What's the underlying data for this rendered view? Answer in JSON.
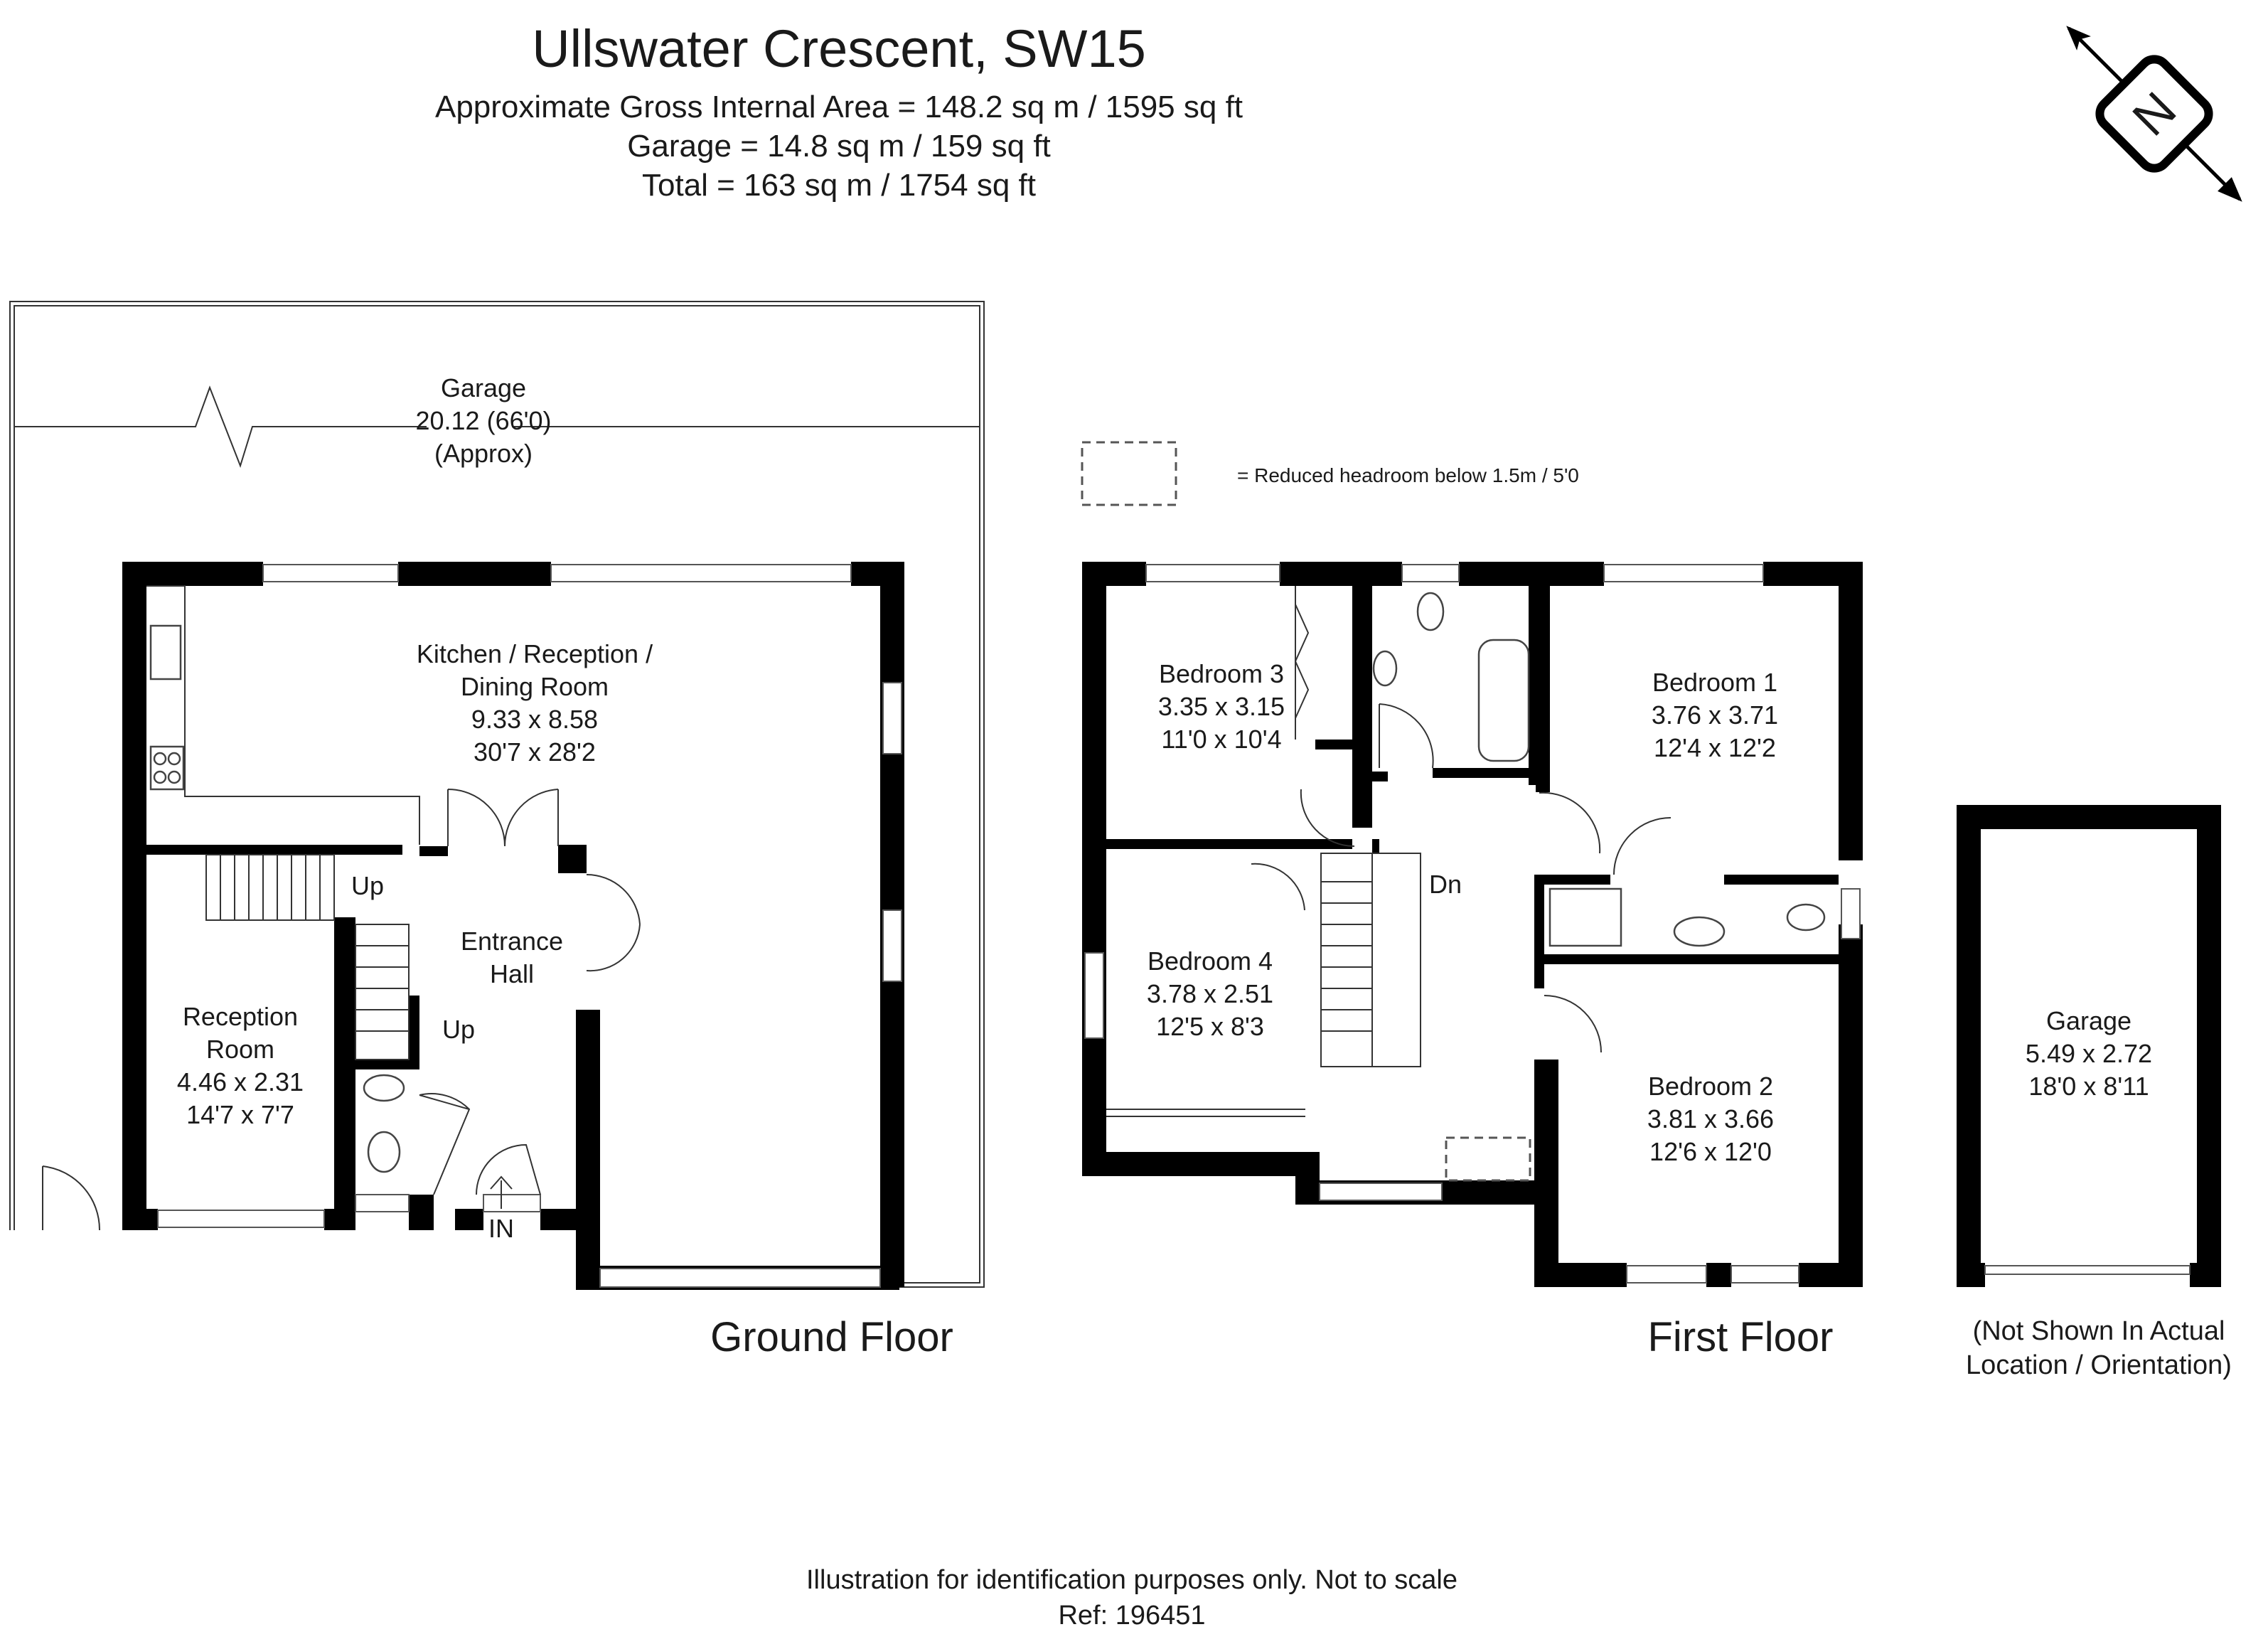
{
  "header": {
    "title": "Ullswater Crescent, SW15",
    "area_line": "Approximate Gross Internal Area = 148.2 sq m / 1595 sq ft",
    "garage_line": "Garage = 14.8 sq m / 159 sq ft",
    "total_line": "Total = 163 sq m / 1754 sq ft"
  },
  "compass": {
    "label": "N",
    "icon": "compass-north-icon"
  },
  "legend": {
    "text": "= Reduced headroom below 1.5m / 5'0"
  },
  "ground_floor": {
    "label": "Ground Floor",
    "garage_strip": {
      "name": "Garage",
      "dims": "20.12 (66'0)",
      "note": "(Approx)"
    },
    "kitchen": {
      "name_1": "Kitchen / Reception /",
      "name_2": "Dining Room",
      "metric": "9.33 x 8.58",
      "imperial": "30'7 x 28'2"
    },
    "entrance": {
      "name_1": "Entrance",
      "name_2": "Hall"
    },
    "reception": {
      "name_1": "Reception",
      "name_2": "Room",
      "metric": "4.46 x 2.31",
      "imperial": "14'7 x 7'7"
    },
    "stair_up_1": "Up",
    "stair_up_2": "Up",
    "entry": "IN"
  },
  "first_floor": {
    "label": "First Floor",
    "bedroom_3": {
      "name": "Bedroom 3",
      "metric": "3.35 x 3.15",
      "imperial": "11'0 x 10'4"
    },
    "bedroom_1": {
      "name": "Bedroom 1",
      "metric": "3.76 x 3.71",
      "imperial": "12'4 x 12'2"
    },
    "bedroom_4": {
      "name": "Bedroom 4",
      "metric": "3.78 x 2.51",
      "imperial": "12'5 x 8'3"
    },
    "bedroom_2": {
      "name": "Bedroom 2",
      "metric": "3.81 x 3.66",
      "imperial": "12'6 x 12'0"
    },
    "stair_down": "Dn"
  },
  "outbuilding": {
    "name": "Garage",
    "metric": "5.49 x 2.72",
    "imperial": "18'0 x 8'11",
    "note_1": "(Not Shown In Actual",
    "note_2": "Location / Orientation)"
  },
  "footer": {
    "disclaimer": "Illustration for identification purposes only. Not to scale",
    "ref": "Ref: 196451"
  }
}
